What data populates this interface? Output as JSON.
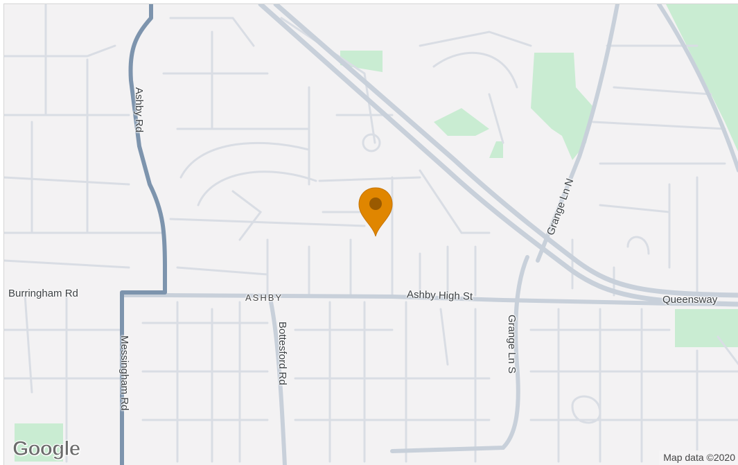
{
  "map": {
    "roads": {
      "ashby_rd": "Ashby Rd",
      "messingham_rd": "Messingham Rd",
      "burringham_rd": "Burringham Rd",
      "district": "ASHBY",
      "ashby_high_st": "Ashby High St",
      "bottesford_rd": "Bottesford Rd",
      "grange_ln_n": "Grange Ln N",
      "grange_ln_s": "Grange Ln S",
      "queensway": "Queensway"
    },
    "logo": "Google",
    "attribution": "Map data ©2020",
    "marker": {
      "icon": "location-pin-icon",
      "color": "#e08600"
    },
    "colors": {
      "background": "#f3f2f3",
      "minor_road": "#d9dde4",
      "major_road": "#c8d0da",
      "primary_road": "#7d94ad",
      "park": "#c9ecd2"
    }
  }
}
